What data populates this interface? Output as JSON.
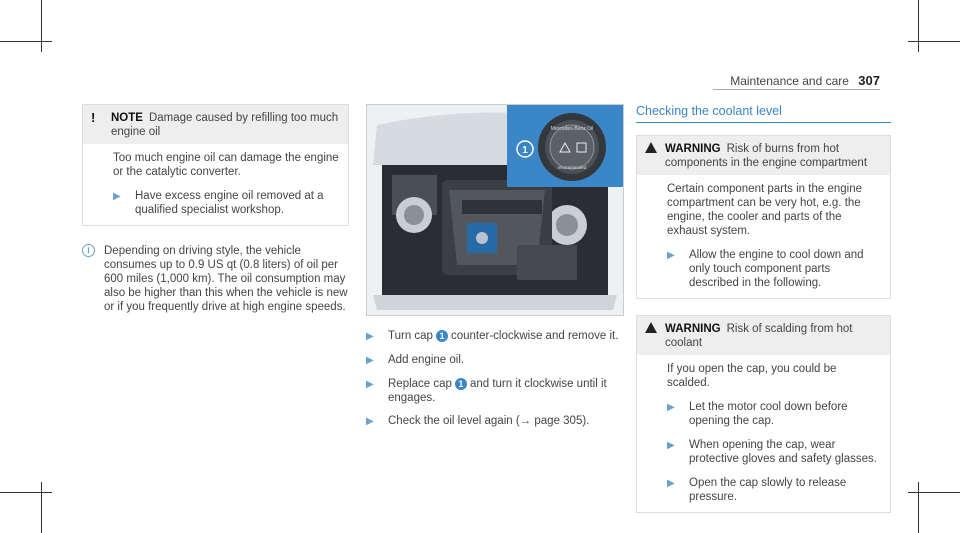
{
  "header": {
    "section": "Maintenance and care",
    "page_number": "307"
  },
  "notice": {
    "symbol": "!",
    "title": "NOTE",
    "subtitle": "Damage caused by refilling too much engine oil",
    "body": "Too much engine oil can damage the engine or the catalytic converter.",
    "step": "Have excess engine oil removed at a qualified specialist workshop."
  },
  "info": {
    "symbol": "i",
    "text": "Depending on driving style, the vehicle consumes up to 0.9 US qt (0.8 liters) of oil per 600 miles (1,000 km). The oil consumption may also be higher than this when the vehicle is new or if you frequently drive at high engine speeds."
  },
  "figure": {
    "callout_number": "1",
    "cap_text_top": "Mercedes-Benz Oil",
    "cap_text_bottom": "recommended",
    "colors": {
      "callout_bg": "#3b86c6",
      "inset_bg": "#3b86c6"
    }
  },
  "steps": {
    "s1_pre": "Turn cap",
    "s1_num": "1",
    "s1_post": "counter-clockwise and remove it.",
    "s2": "Add engine oil.",
    "s3_pre": "Replace cap",
    "s3_num": "1",
    "s3_post": "and turn it clockwise until it engages.",
    "s4": "Check the oil level again (→ page 305)."
  },
  "coolant": {
    "title": "Checking the coolant level",
    "warning1": {
      "title": "WARNING",
      "subtitle": "Risk of burns from hot components in the engine compartment",
      "body": "Certain component parts in the engine compartment can be very hot, e.g. the engine, the cooler and parts of the exhaust system.",
      "step": "Allow the engine to cool down and only touch component parts described in the following."
    },
    "warning2": {
      "title": "WARNING",
      "subtitle": "Risk of scalding from hot coolant",
      "body": "If you open the cap, you could be scalded.",
      "step1": "Let the motor cool down before opening the cap.",
      "step2": "When opening the cap, wear protective gloves and safety glasses.",
      "step3": "Open the cap slowly to release pressure."
    }
  }
}
